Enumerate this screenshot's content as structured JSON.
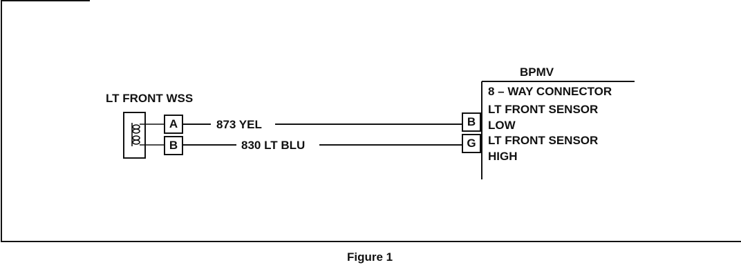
{
  "figure": {
    "caption": "Figure 1",
    "sensor": {
      "title": "LT FRONT WSS",
      "pins": [
        "A",
        "B"
      ]
    },
    "wires": [
      {
        "label": "873 YEL"
      },
      {
        "label": "830 LT BLU"
      }
    ],
    "module": {
      "title": "BPMV",
      "connector": "8 – WAY CONNECTOR",
      "pins": [
        "B",
        "G"
      ],
      "circuits": [
        {
          "line1": "LT FRONT SENSOR",
          "line2": "LOW"
        },
        {
          "line1": "LT FRONT SENSOR",
          "line2": "HIGH"
        }
      ]
    }
  }
}
